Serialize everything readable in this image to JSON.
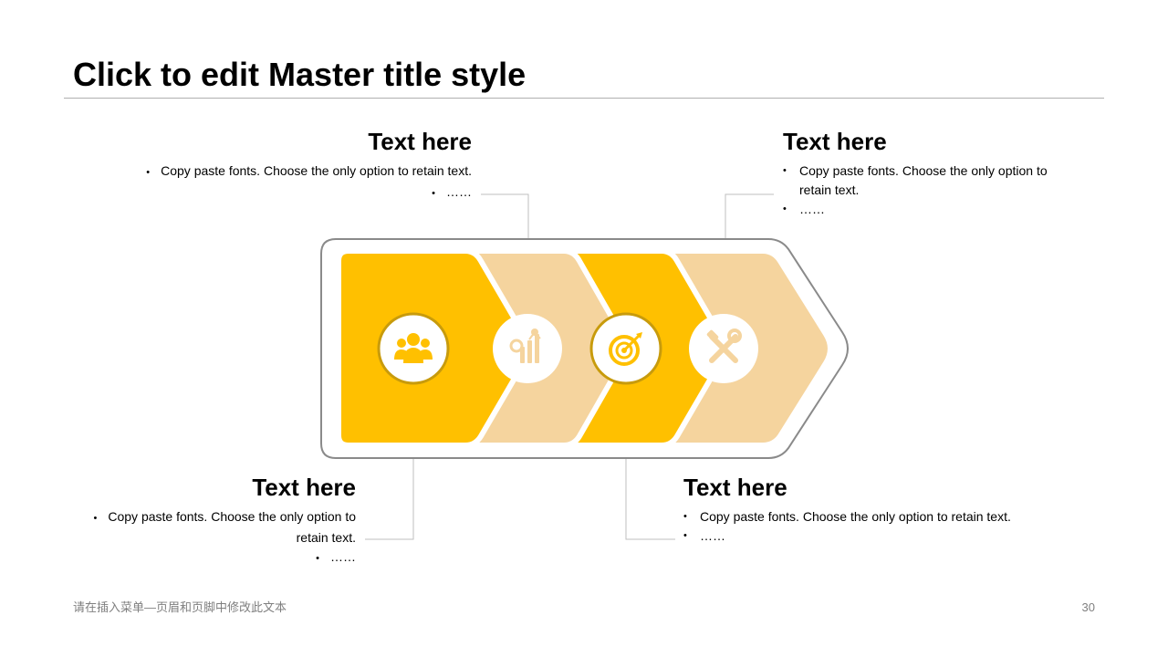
{
  "slide": {
    "title": "Click to edit Master title style",
    "footer_text": "请在插入菜单—页眉和页脚中修改此文本",
    "page_number": "30"
  },
  "colors": {
    "accent": "#FFC000",
    "accent_light": "#F5D49E",
    "ring": "#C89B0C",
    "outline": "#8A8A8A",
    "leader": "#BFBFBF"
  },
  "steps": [
    {
      "icon": "team-icon",
      "style": "accent"
    },
    {
      "icon": "chart-icon",
      "style": "light"
    },
    {
      "icon": "target-icon",
      "style": "accent"
    },
    {
      "icon": "tools-icon",
      "style": "light"
    }
  ],
  "blocks": {
    "top_left": {
      "heading": "Text here",
      "bullets": [
        "Copy paste fonts. Choose the only option to retain text.",
        "……"
      ]
    },
    "top_right": {
      "heading": "Text here",
      "bullets": [
        "Copy paste fonts. Choose the only option to retain text.",
        "……"
      ]
    },
    "bottom_left": {
      "heading": "Text here",
      "bullets": [
        "Copy paste fonts. Choose the only option to retain text.",
        "……"
      ]
    },
    "bottom_right": {
      "heading": "Text here",
      "bullets": [
        "Copy paste fonts. Choose the only option to retain text.",
        "……"
      ]
    }
  }
}
